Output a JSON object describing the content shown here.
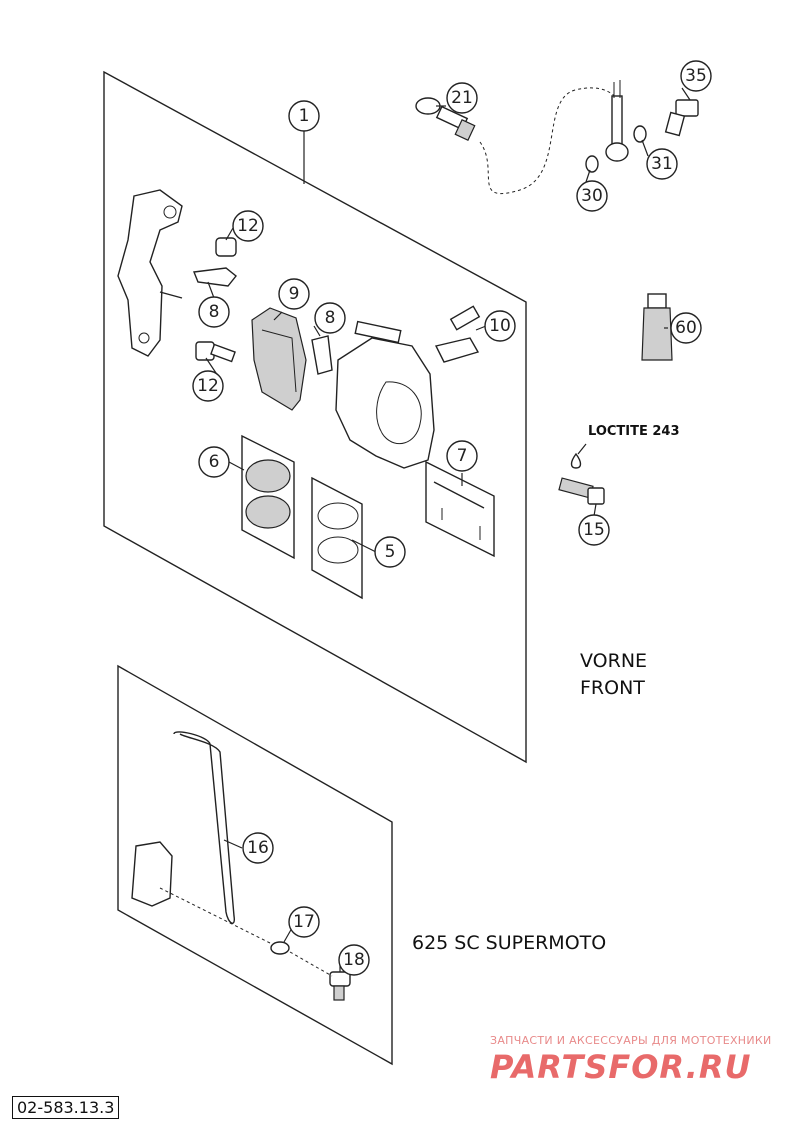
{
  "diagram": {
    "callouts": {
      "c1": "1",
      "c21": "21",
      "c35": "35",
      "c31": "31",
      "c30": "30",
      "c12a": "12",
      "c8a": "8",
      "c9": "9",
      "c8b": "8",
      "c10": "10",
      "c12b": "12",
      "c60": "60",
      "c6": "6",
      "c7": "7",
      "c5": "5",
      "c15": "15",
      "c16": "16",
      "c17": "17",
      "c18": "18"
    },
    "loctite_label": "LOCTITE 243",
    "front_label_de": "VORNE",
    "front_label_en": "FRONT",
    "model_label": "625 SC SUPERMOTO",
    "diagram_code": "02-583.13.3"
  },
  "watermark": {
    "tagline": "ЗАПЧАСТИ И АКСЕССУАРЫ ДЛЯ МОТОТЕХНИКИ",
    "brand": "PARTSFOR.RU"
  },
  "colors": {
    "ink": "#222222",
    "watermark": "#e86a6a",
    "paper": "#ffffff"
  }
}
